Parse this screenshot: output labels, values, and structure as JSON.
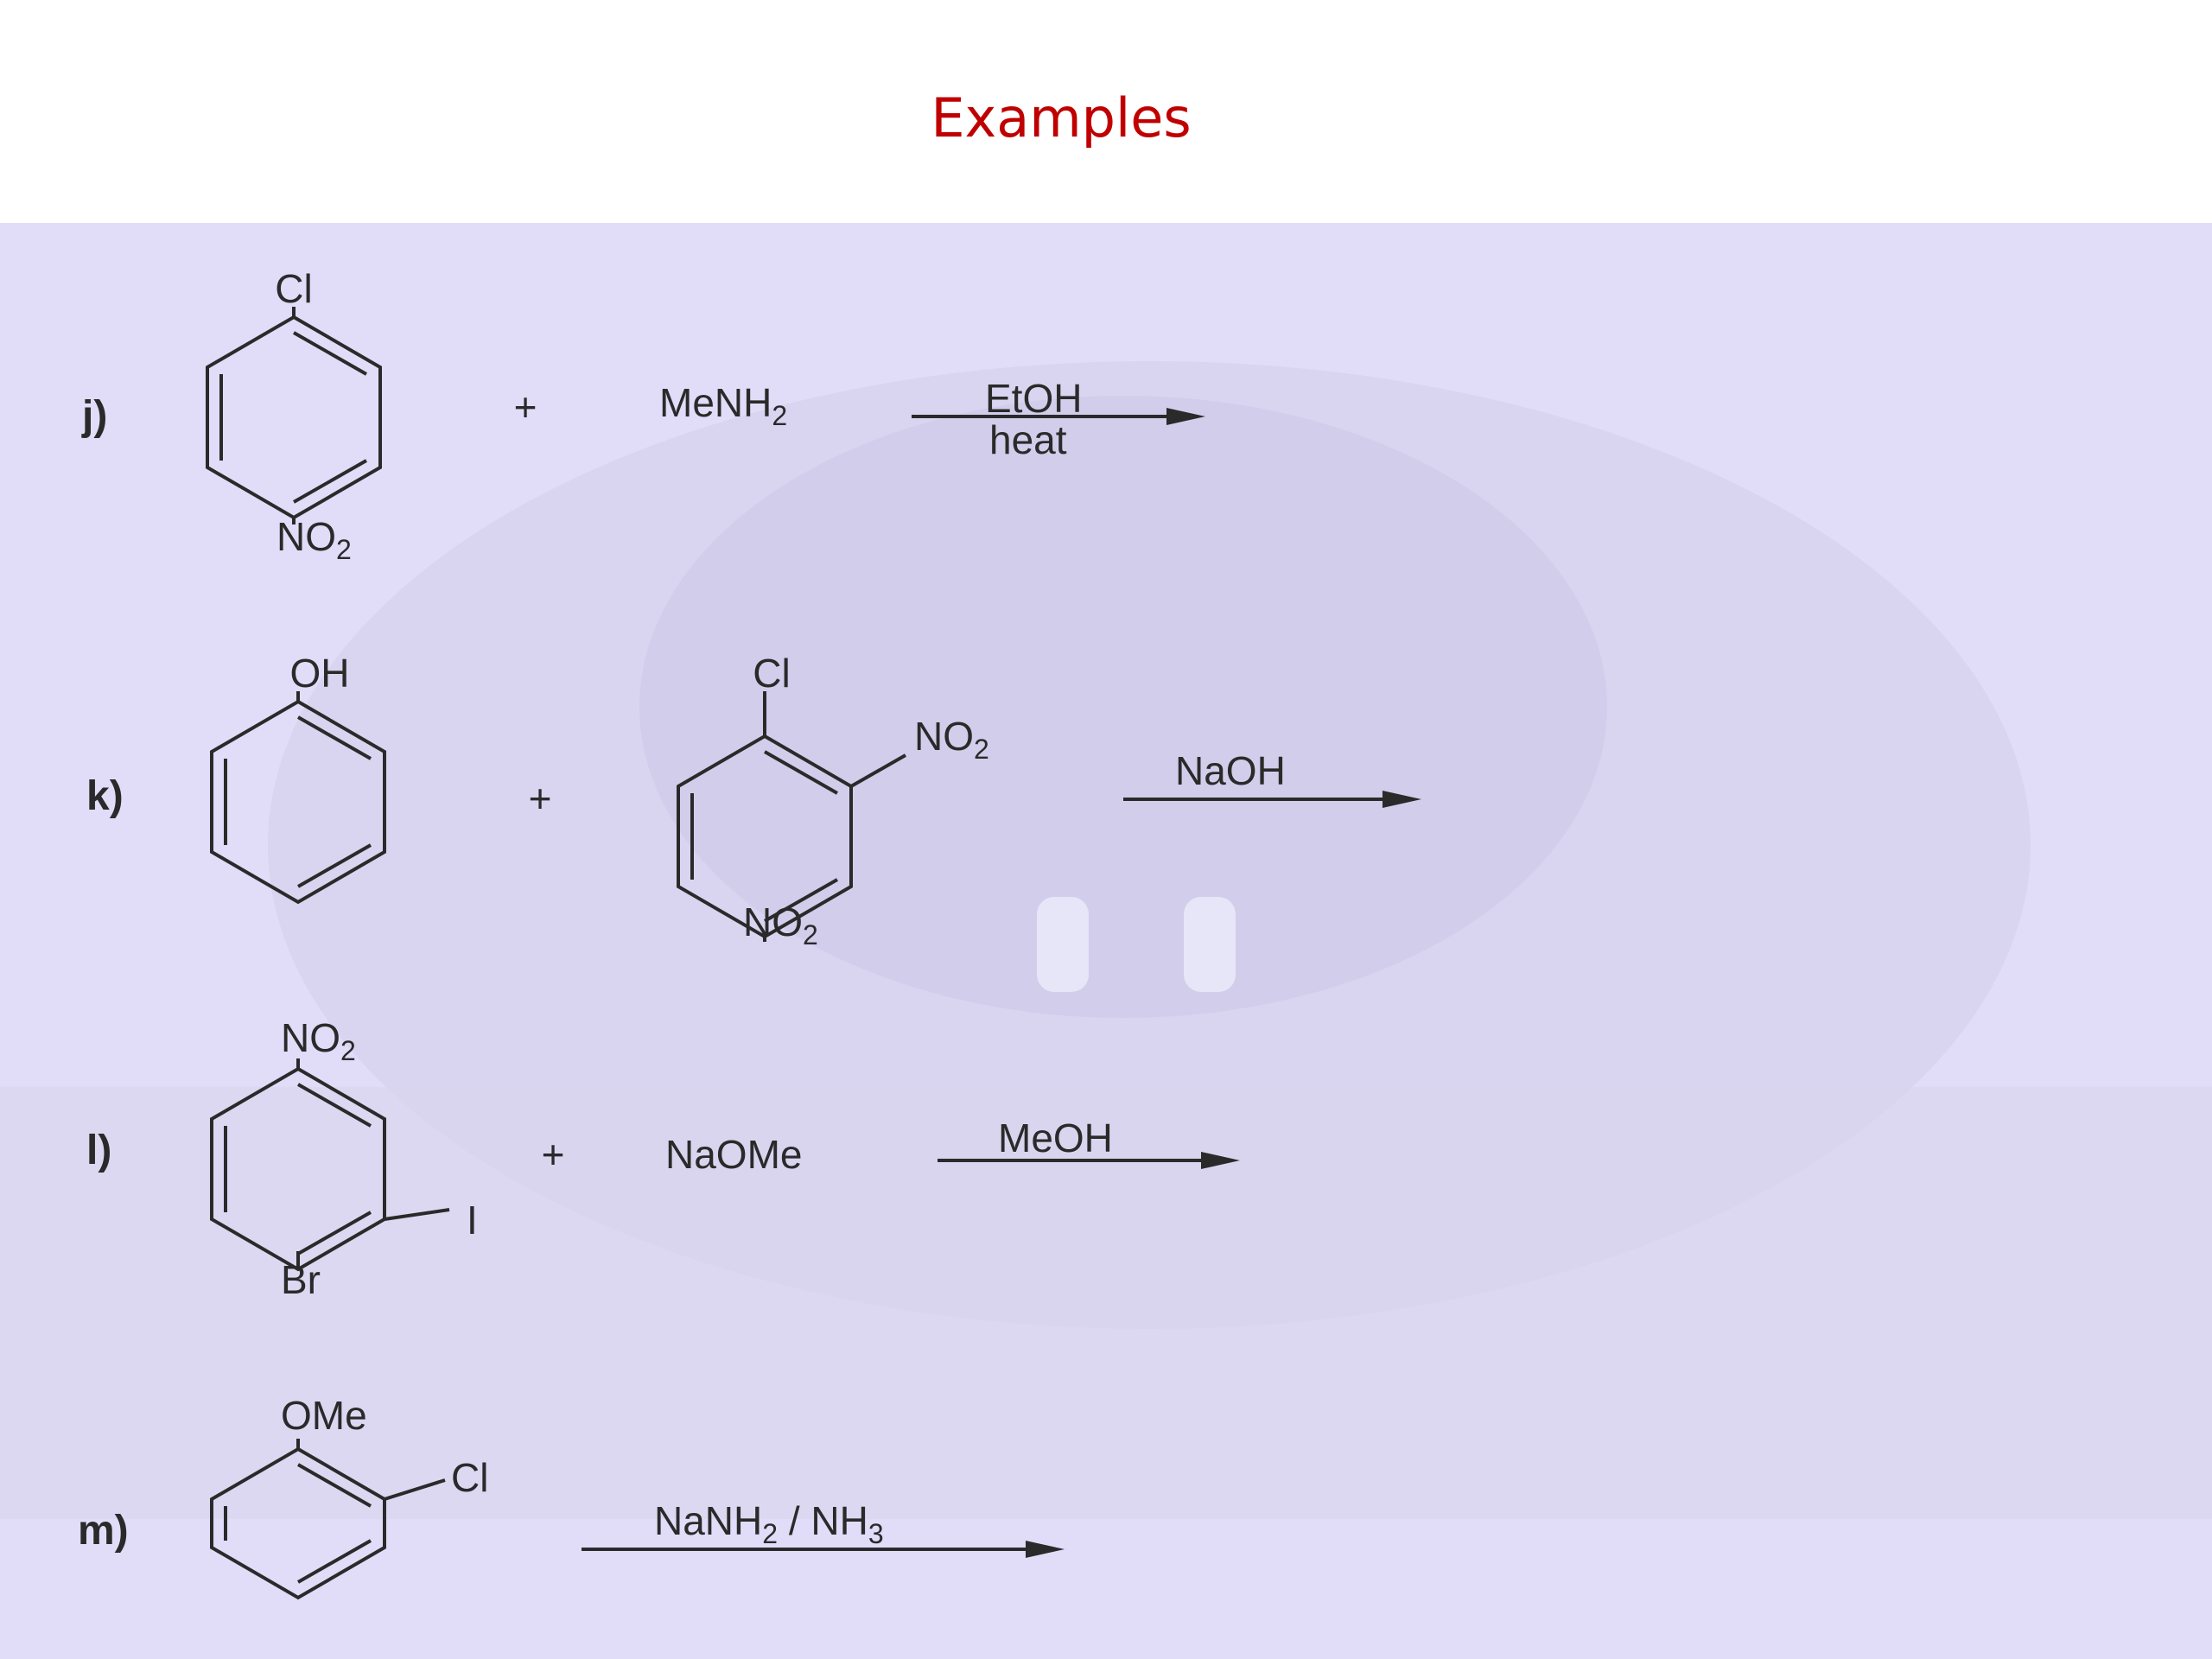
{
  "slide": {
    "title": "Examples",
    "colors": {
      "title": "#c00000",
      "panel": "#e1dcf8",
      "ink": "#2a2a2a"
    }
  },
  "reactions": {
    "j": {
      "label": "j)",
      "plus": "+",
      "substrate_top": "Cl",
      "substrate_bottom": {
        "base": "NO",
        "sub": "2"
      },
      "reagent": {
        "base": "MeNH",
        "sub": "2"
      },
      "arrow_above": "EtOH",
      "arrow_below": "heat"
    },
    "k": {
      "label": "k)",
      "plus": "+",
      "phenol_group": "OH",
      "aryl_top": "Cl",
      "aryl_ortho": {
        "base": "NO",
        "sub": "2"
      },
      "aryl_para": {
        "base": "NO",
        "sub": "2"
      },
      "arrow_above": "NaOH"
    },
    "l": {
      "label": "l)",
      "plus": "+",
      "substrate_top": {
        "base": "NO",
        "sub": "2"
      },
      "substrate_meta": "I",
      "substrate_bottom": "Br",
      "reagent": "NaOMe",
      "arrow_above": "MeOH"
    },
    "m": {
      "label": "m)",
      "substrate_top": "OMe",
      "substrate_ortho": "Cl",
      "arrow_above": {
        "a": "NaNH",
        "a_sub": "2",
        "b": " / NH",
        "b_sub": "3"
      }
    }
  }
}
